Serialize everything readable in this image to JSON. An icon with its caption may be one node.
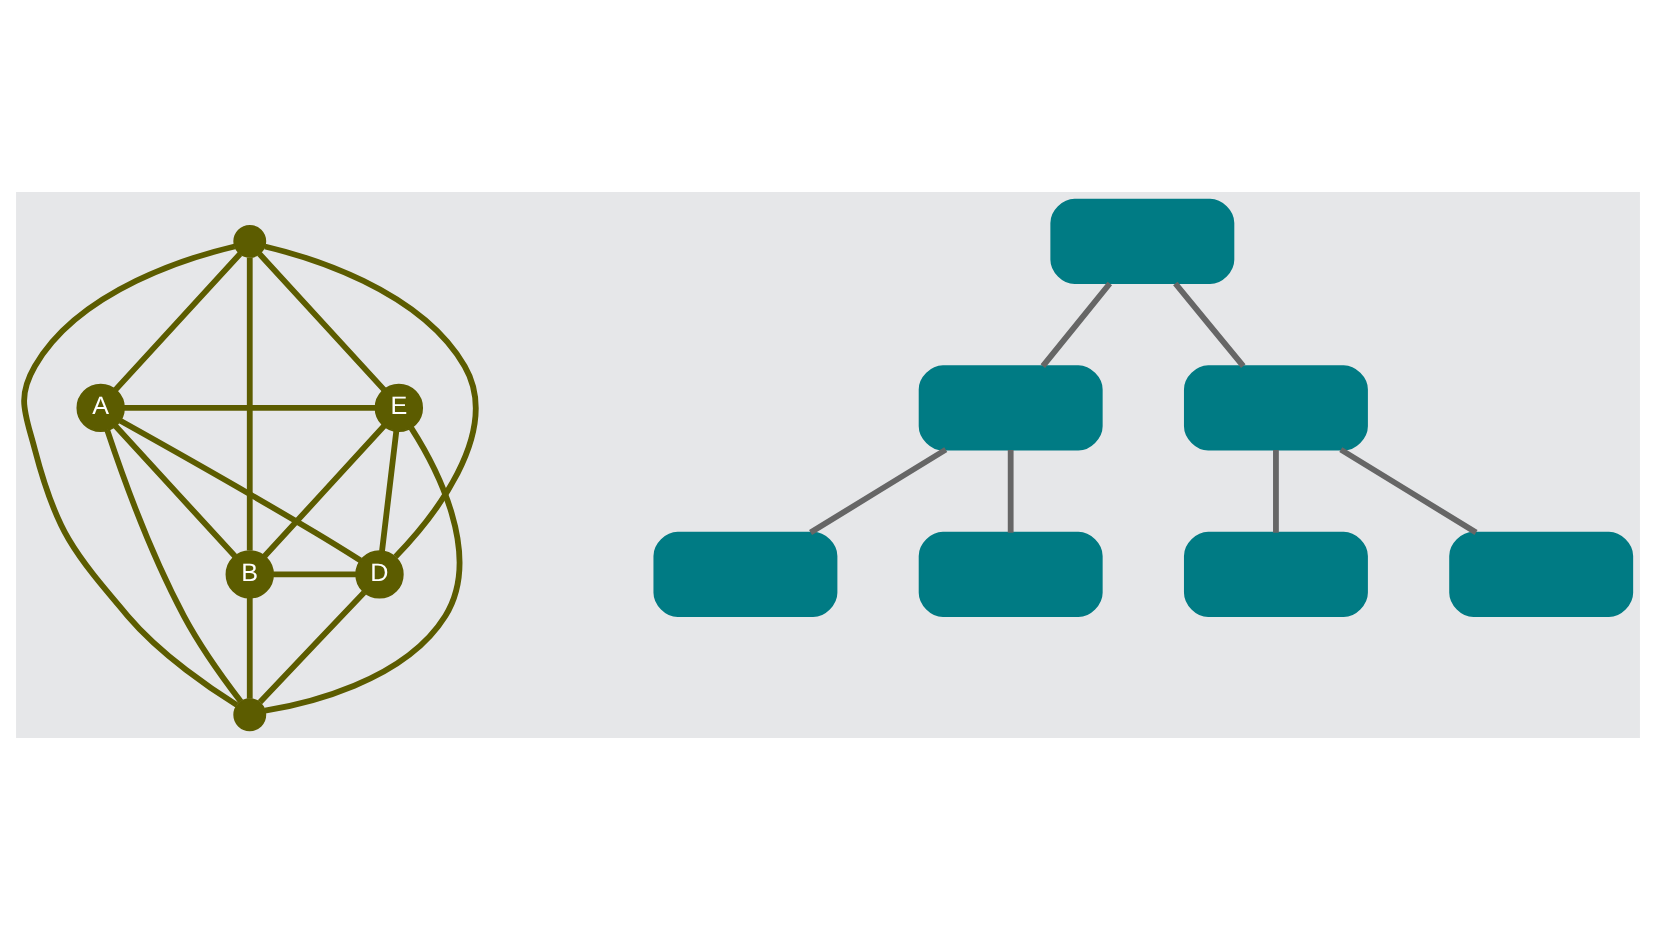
{
  "diagram": {
    "nodes": [
      {
        "text": [],
        "shape": "circle"
      },
      {
        "text": [
          "A"
        ]
      },
      {
        "text": [
          "E"
        ]
      },
      {
        "text": [
          "B"
        ]
      },
      {
        "text": [
          "D"
        ]
      },
      {
        "text": [],
        "shape": "circle"
      },
      {
        "text": [],
        "shape": "box"
      },
      {
        "text": [],
        "shape": "box"
      },
      {
        "text": [],
        "shape": "box"
      },
      {
        "text": [],
        "shape": "box"
      },
      {
        "text": [],
        "shape": "box"
      },
      {
        "text": [],
        "shape": "box"
      },
      {
        "text": [],
        "shape": "box"
      }
    ],
    "edges": [
      {
        "from": 0,
        "to": 1,
        "arrow": "none"
      },
      {
        "from": 0,
        "to": 2,
        "arrow": "none"
      },
      {
        "from": 0,
        "to": 3,
        "arrow": "none"
      },
      {
        "from": 0,
        "to": 4,
        "arrow": "none"
      },
      {
        "from": 0,
        "to": 5,
        "arrow": "none"
      },
      {
        "from": 1,
        "to": 2,
        "arrow": "none"
      },
      {
        "from": 1,
        "to": 3,
        "arrow": "none"
      },
      {
        "from": 1,
        "to": 4,
        "arrow": "none"
      },
      {
        "from": 1,
        "to": 5,
        "arrow": "none"
      },
      {
        "from": 2,
        "to": 3,
        "arrow": "none"
      },
      {
        "from": 2,
        "to": 4,
        "arrow": "none"
      },
      {
        "from": 2,
        "to": 5,
        "arrow": "none"
      },
      {
        "from": 3,
        "to": 4,
        "arrow": "none"
      },
      {
        "from": 3,
        "to": 5,
        "arrow": "none"
      },
      {
        "from": 4,
        "to": 5,
        "arrow": "none"
      },
      {
        "from": 6,
        "to": 7,
        "arrow": "none",
        "color": "#666666"
      },
      {
        "from": 6,
        "to": 8,
        "arrow": "none",
        "color": "#666666"
      },
      {
        "from": 7,
        "to": 9,
        "arrow": "none",
        "color": "#666666"
      },
      {
        "from": 7,
        "to": 10,
        "arrow": "none",
        "color": "#666666"
      },
      {
        "from": 8,
        "to": 11,
        "arrow": "none",
        "color": "#666666"
      },
      {
        "from": 8,
        "to": 12,
        "arrow": "none",
        "color": "#666666"
      }
    ]
  }
}
